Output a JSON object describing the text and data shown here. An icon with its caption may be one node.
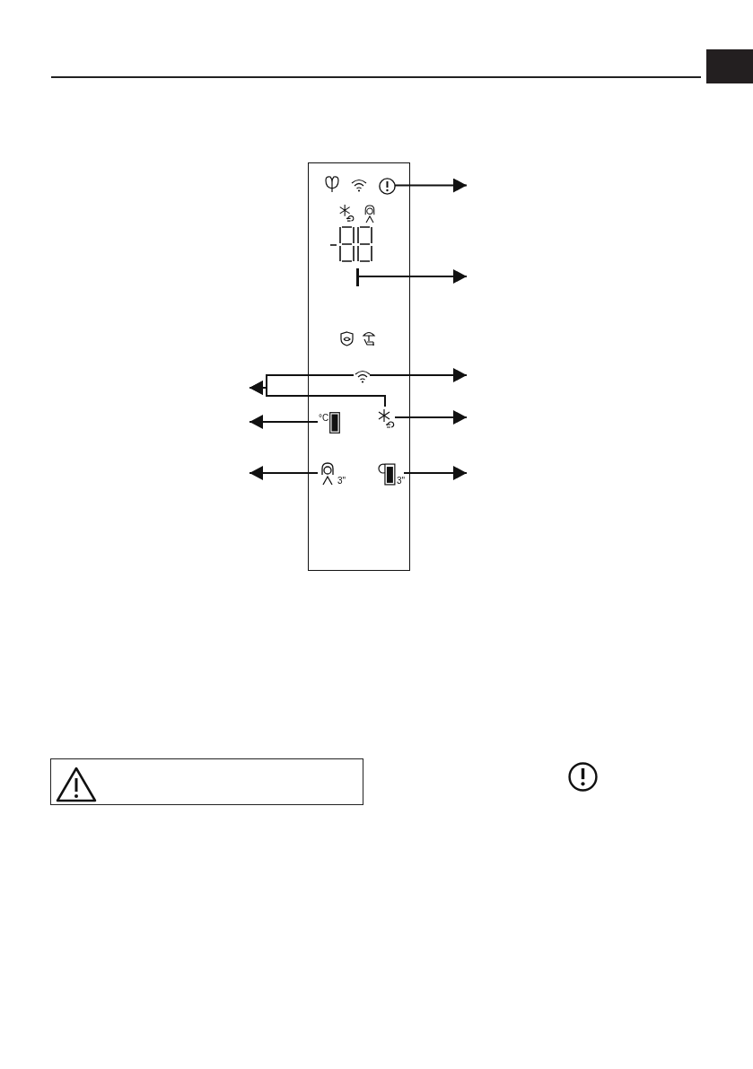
{
  "diagram": {
    "nodes": [
      {
        "text": [],
        "shape": "box"
      },
      {
        "text": [],
        "shape": "picture",
        "in": 0
      },
      {
        "text": [],
        "shape": "bar",
        "in": 0
      },
      {
        "text": [],
        "shape": "picture",
        "in": 0
      },
      {
        "text": [],
        "shape": "picture",
        "in": 0
      },
      {
        "text": [
          "°C"
        ],
        "in": 0
      },
      {
        "text": [
          "3\""
        ],
        "in": 0
      },
      {
        "text": [
          "3\""
        ],
        "in": 0
      }
    ],
    "edges": [
      {
        "from": 1,
        "to": null,
        "arrow": "to"
      },
      {
        "from": 2,
        "to": null,
        "arrow": "to"
      },
      {
        "from": 3,
        "to": null,
        "arrow": "to"
      },
      {
        "from": 3,
        "to": null,
        "arrow": "to"
      },
      {
        "from": 4,
        "to": null,
        "arrow": "to"
      },
      {
        "from": 4,
        "to": null,
        "arrow": "to"
      },
      {
        "from": 5,
        "to": null,
        "arrow": "to"
      },
      {
        "from": 6,
        "to": null,
        "arrow": "to"
      },
      {
        "from": 7,
        "to": null,
        "arrow": "to"
      }
    ]
  }
}
